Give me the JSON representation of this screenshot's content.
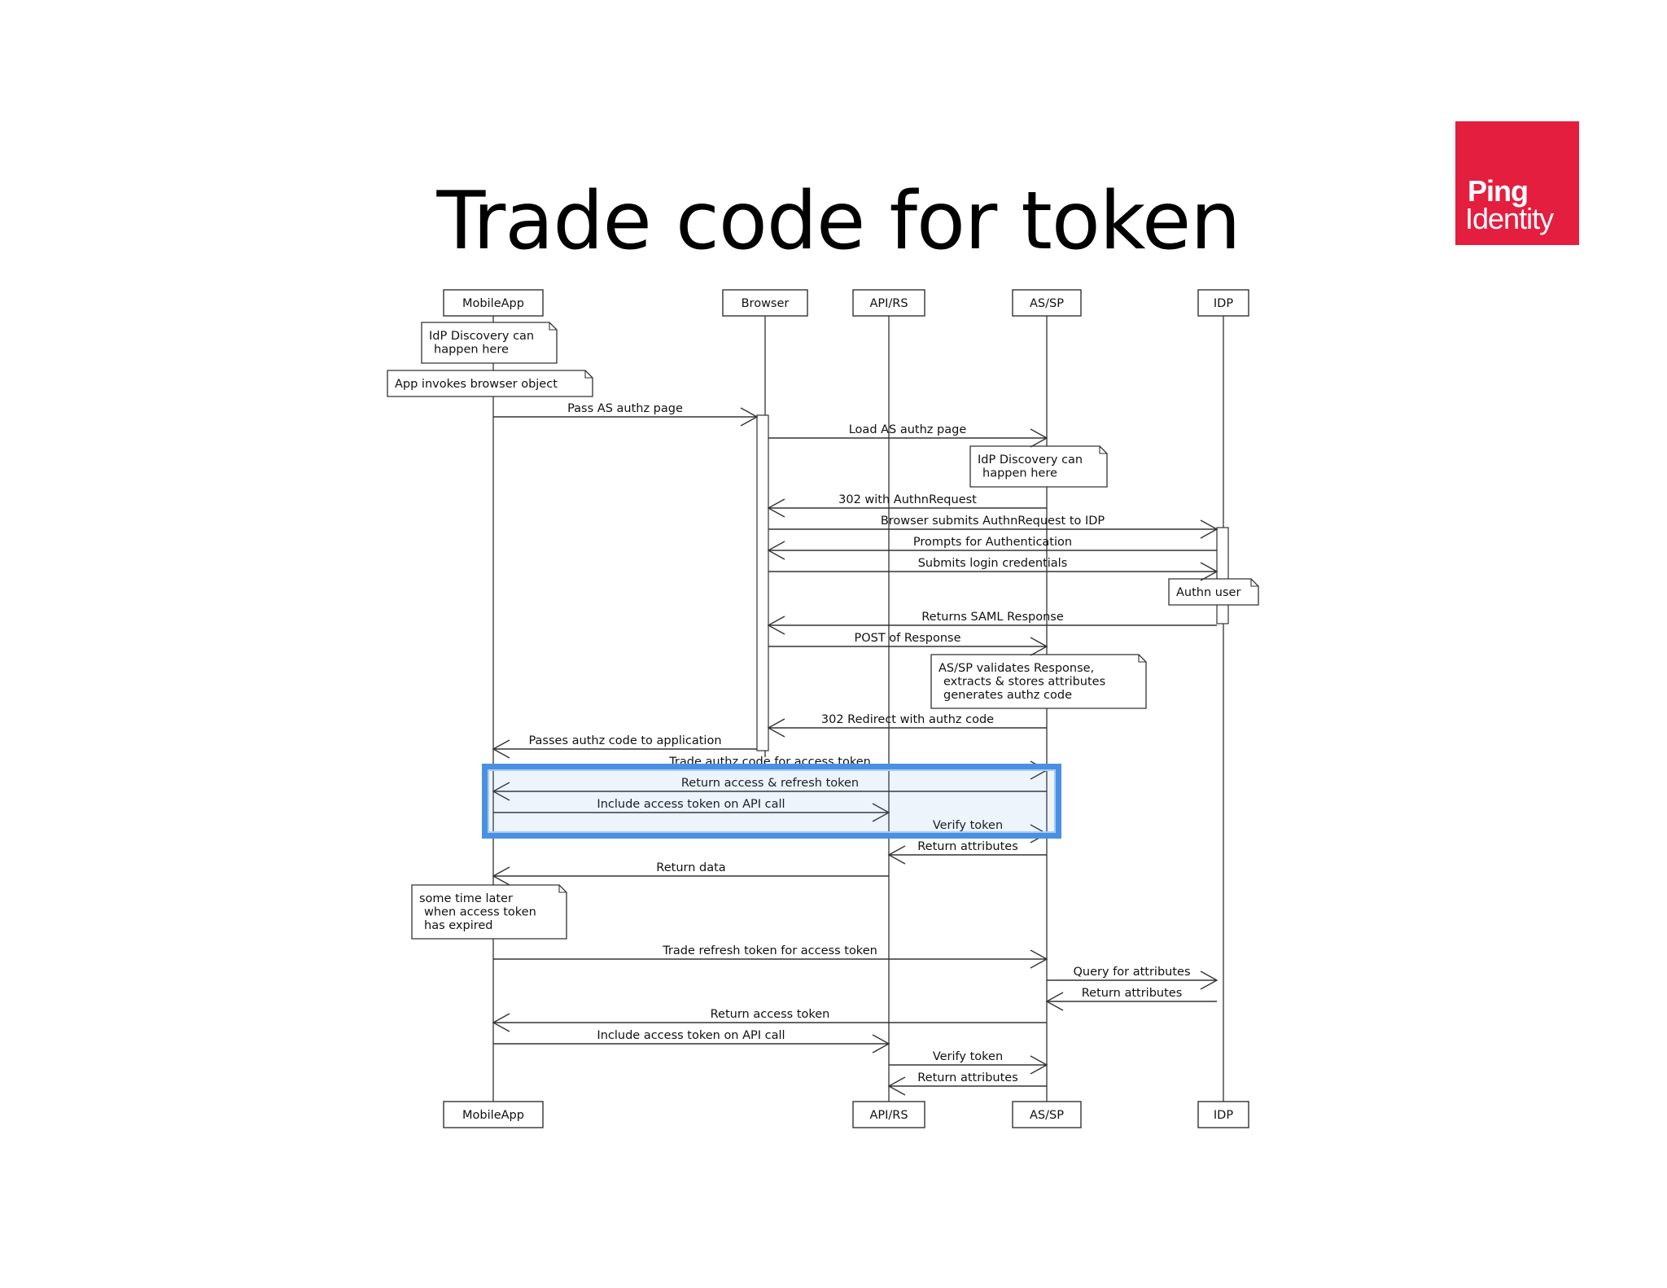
{
  "slide": {
    "title": "Trade code for token",
    "logo_line1": "Ping",
    "logo_line2": "Identity",
    "logo_color": "#e41e3f",
    "highlight_color": "#4a90e2"
  },
  "participants": {
    "mobileapp": "MobileApp",
    "browser": "Browser",
    "apirs": "API/RS",
    "assp": "AS/SP",
    "idp": "IDP"
  },
  "notes": [
    [
      "IdP Discovery can",
      "happen here"
    ],
    [
      "App invokes browser object"
    ],
    [
      "IdP Discovery can",
      "happen here"
    ],
    [
      "Authn user"
    ],
    [
      "AS/SP validates Response,",
      "extracts & stores attributes",
      "generates authz code"
    ],
    [
      "some time later",
      "when access token",
      "has expired"
    ]
  ],
  "messages": [
    {
      "from": "mobileapp",
      "to": "browser",
      "label": "Pass AS authz page"
    },
    {
      "from": "browser",
      "to": "assp",
      "label": "Load AS authz page"
    },
    {
      "from": "assp",
      "to": "browser",
      "label": "302 with AuthnRequest"
    },
    {
      "from": "browser",
      "to": "idp",
      "label": "Browser submits AuthnRequest to IDP"
    },
    {
      "from": "idp",
      "to": "browser",
      "label": "Prompts for Authentication"
    },
    {
      "from": "browser",
      "to": "idp",
      "label": "Submits login credentials"
    },
    {
      "from": "idp",
      "to": "browser",
      "label": "Returns SAML Response"
    },
    {
      "from": "browser",
      "to": "assp",
      "label": "POST of Response"
    },
    {
      "from": "assp",
      "to": "browser",
      "label": "302 Redirect with authz code"
    },
    {
      "from": "browser",
      "to": "mobileapp",
      "label": "Passes authz code to application"
    },
    {
      "from": "mobileapp",
      "to": "assp",
      "label": "Trade authz code for access token"
    },
    {
      "from": "assp",
      "to": "mobileapp",
      "label": "Return access & refresh token"
    },
    {
      "from": "mobileapp",
      "to": "apirs",
      "label": "Include access token on API call"
    },
    {
      "from": "apirs",
      "to": "assp",
      "label": "Verify token"
    },
    {
      "from": "assp",
      "to": "apirs",
      "label": "Return attributes"
    },
    {
      "from": "apirs",
      "to": "mobileapp",
      "label": "Return data"
    },
    {
      "from": "mobileapp",
      "to": "assp",
      "label": "Trade refresh token for access token"
    },
    {
      "from": "assp",
      "to": "idp",
      "label": "Query for attributes"
    },
    {
      "from": "idp",
      "to": "assp",
      "label": "Return attributes"
    },
    {
      "from": "assp",
      "to": "mobileapp",
      "label": "Return access token"
    },
    {
      "from": "mobileapp",
      "to": "apirs",
      "label": "Include access token on API call"
    },
    {
      "from": "apirs",
      "to": "assp",
      "label": "Verify token"
    },
    {
      "from": "assp",
      "to": "apirs",
      "label": "Return attributes"
    }
  ]
}
